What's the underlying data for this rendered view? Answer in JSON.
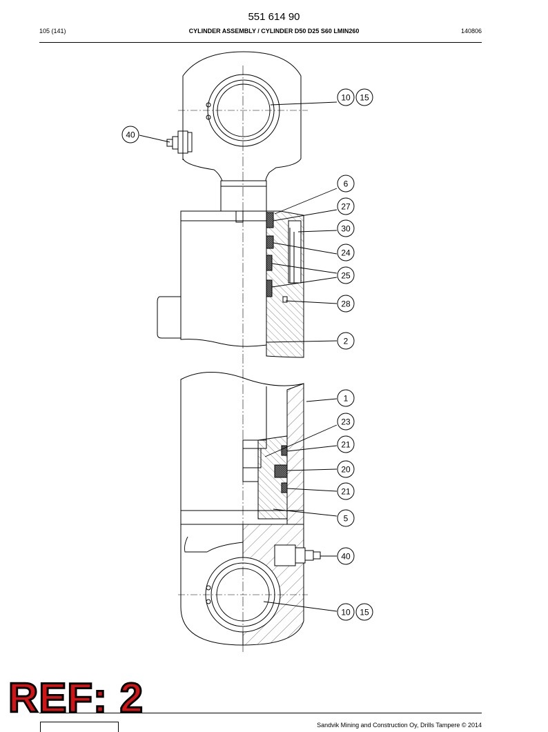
{
  "header": {
    "doc_number": "551 614 90",
    "page": "105 (141)",
    "title": "CYLINDER ASSEMBLY / CYLINDER D50 D25 S60 LMIN260",
    "date_code": "140806"
  },
  "callouts": {
    "c_10_top": "10",
    "c_15_top": "15",
    "c_40_top": "40",
    "c_6": "6",
    "c_27": "27",
    "c_30": "30",
    "c_24": "24",
    "c_25": "25",
    "c_28": "28",
    "c_2": "2",
    "c_1": "1",
    "c_23": "23",
    "c_21a": "21",
    "c_20": "20",
    "c_21b": "21",
    "c_5": "5",
    "c_40_bot": "40",
    "c_10_bot": "10",
    "c_15_bot": "15"
  },
  "stamp": {
    "text": "REF: 2"
  },
  "footer": {
    "copyright": "Sandvik Mining and Construction Oy, Drills Tampere © 2014"
  }
}
